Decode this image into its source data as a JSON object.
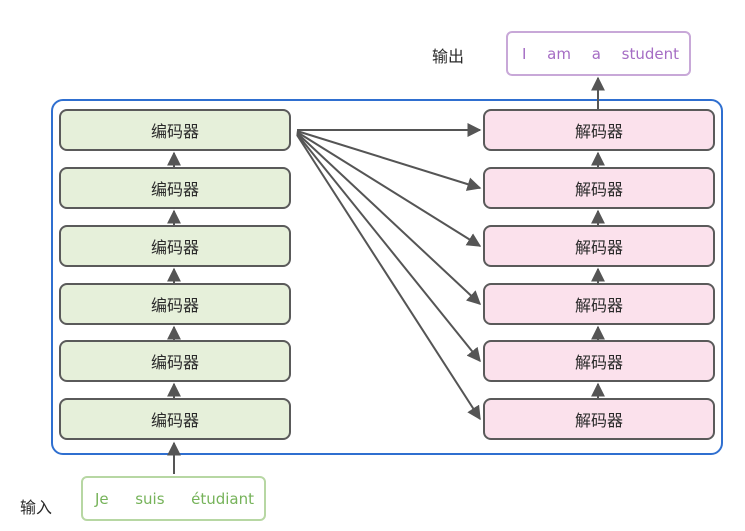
{
  "input": {
    "label": "输入",
    "tokens": [
      "Je",
      "suis",
      "étudiant"
    ]
  },
  "output": {
    "label": "输出",
    "tokens": [
      "I",
      "am",
      "a",
      "student"
    ]
  },
  "encoders": [
    {
      "label": "编码器"
    },
    {
      "label": "编码器"
    },
    {
      "label": "编码器"
    },
    {
      "label": "编码器"
    },
    {
      "label": "编码器"
    },
    {
      "label": "编码器"
    }
  ],
  "decoders": [
    {
      "label": "解码器"
    },
    {
      "label": "解码器"
    },
    {
      "label": "解码器"
    },
    {
      "label": "解码器"
    },
    {
      "label": "解码器"
    },
    {
      "label": "解码器"
    }
  ],
  "colors": {
    "frame": "#2f6fd0",
    "encoder_fill": "#e6f0da",
    "decoder_fill": "#fbe1ec",
    "block_border": "#5a5a5a",
    "arrow": "#555555",
    "input_text": "#76b35a",
    "input_border": "#b7d7a3",
    "output_text": "#a56dc4",
    "output_border": "#c8a8d8"
  }
}
